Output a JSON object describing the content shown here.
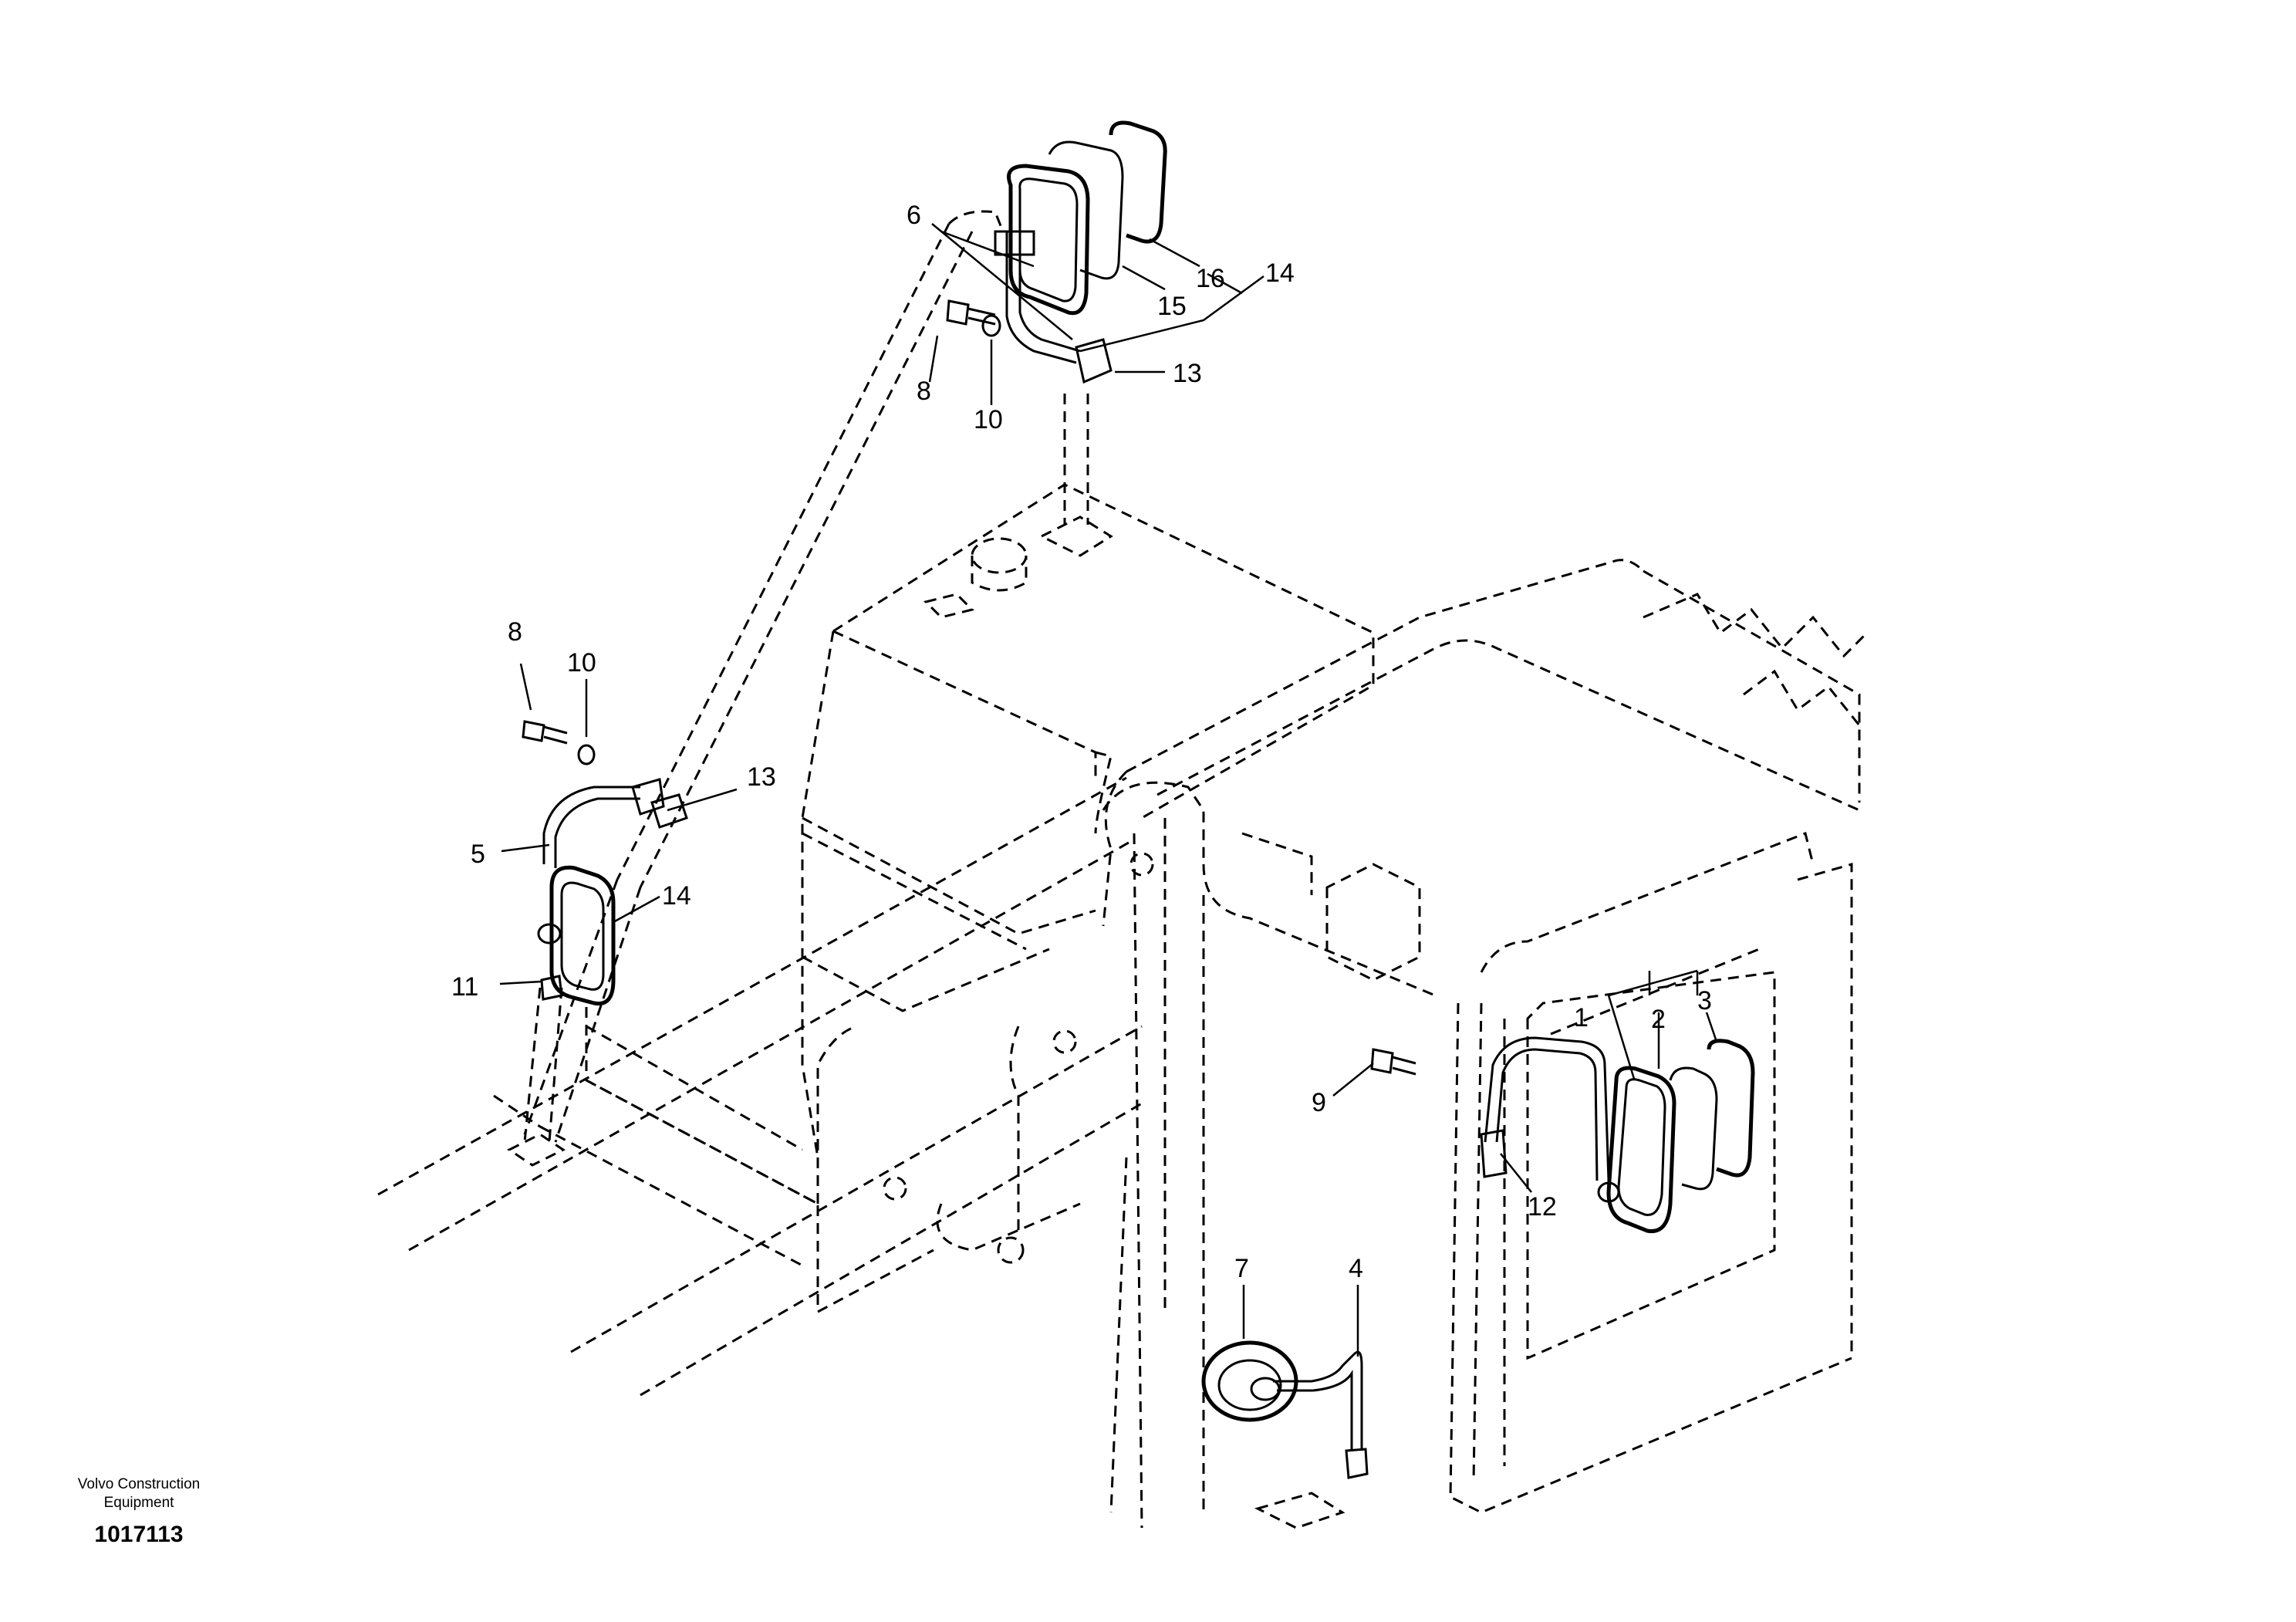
{
  "footer": {
    "company_line1": "Volvo Construction",
    "company_line2": "Equipment",
    "illustration_number": "1017113"
  },
  "part_labels": {
    "p1": "1",
    "p2": "2",
    "p3": "3",
    "p4": "4",
    "p5": "5",
    "p6": "6",
    "p7": "7",
    "p8a": "8",
    "p8b": "8",
    "p9": "9",
    "p10a": "10",
    "p10b": "10",
    "p11": "11",
    "p12": "12",
    "p13a": "13",
    "p13b": "13",
    "p14a": "14",
    "p14b": "14",
    "p15": "15",
    "p16": "16"
  },
  "colors": {
    "line": "#000000",
    "background": "#ffffff"
  }
}
